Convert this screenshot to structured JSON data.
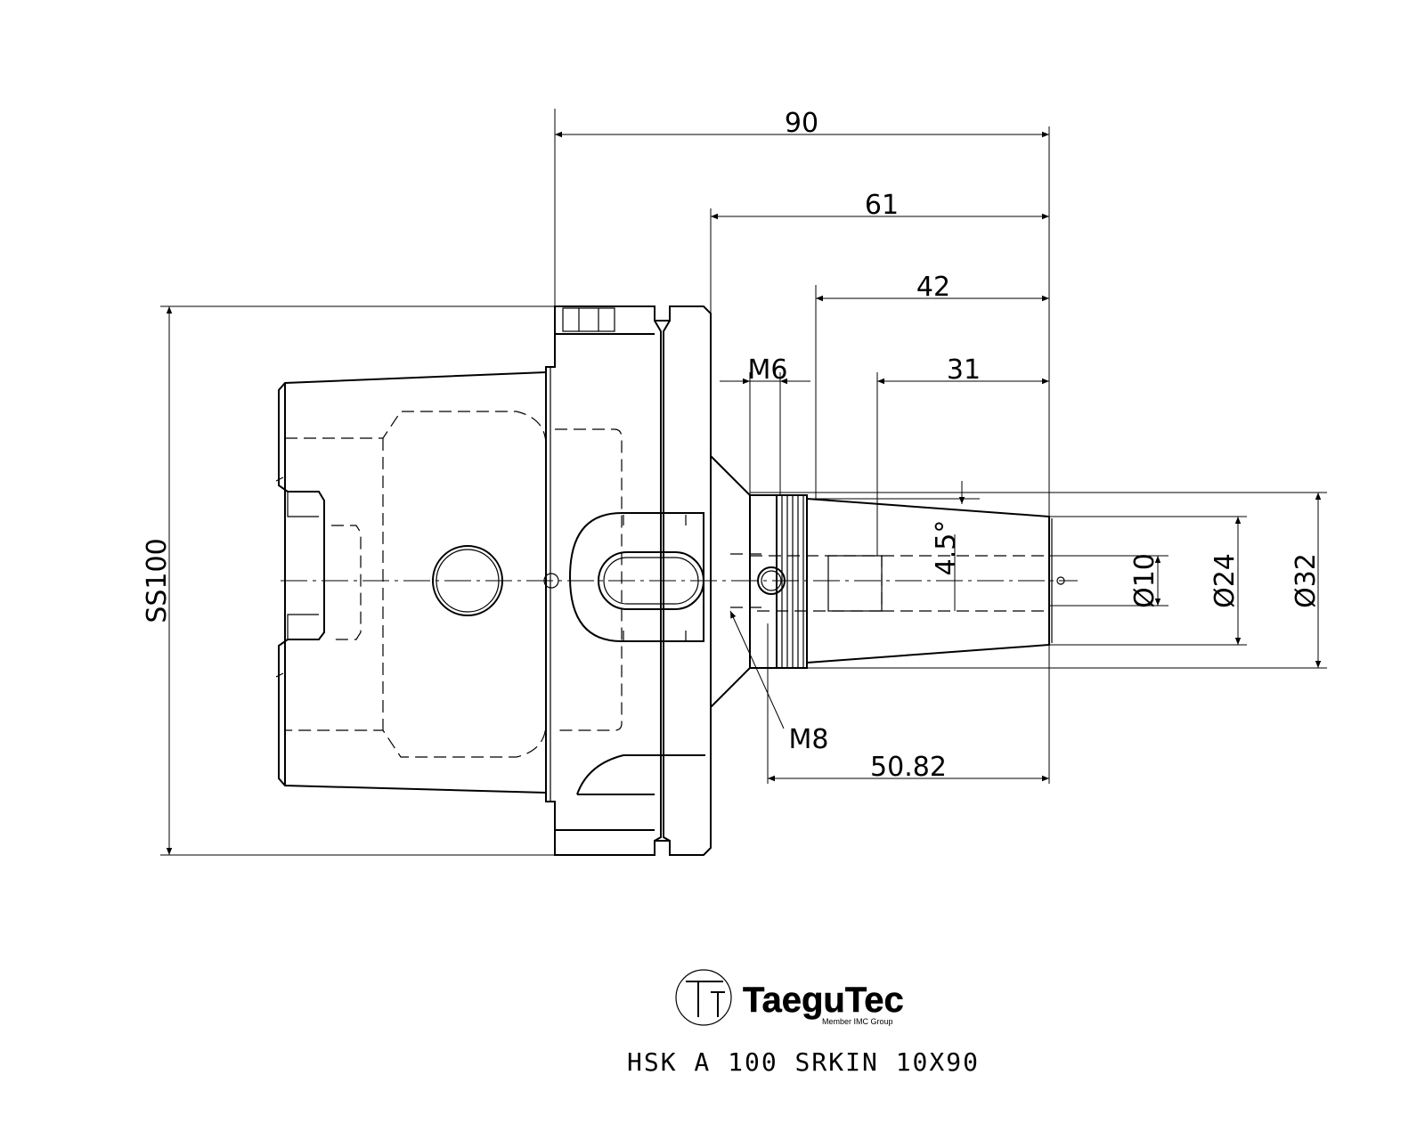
{
  "dimensions": {
    "overall_length": "90",
    "length_61": "61",
    "length_42": "42",
    "length_31": "31",
    "length_5082": "50.82",
    "thread_m6": "M6",
    "thread_m8": "M8",
    "flange_diameter": "SS100",
    "taper_angle": "4.5°",
    "bore_diameter": "Ø10",
    "tip_diameter": "Ø24",
    "body_diameter": "Ø32"
  },
  "logo": {
    "name": "TaeguTec",
    "tagline": "Member IMC Group"
  },
  "title_block": {
    "part_number": "HSK A 100 SRKIN 10X90"
  }
}
